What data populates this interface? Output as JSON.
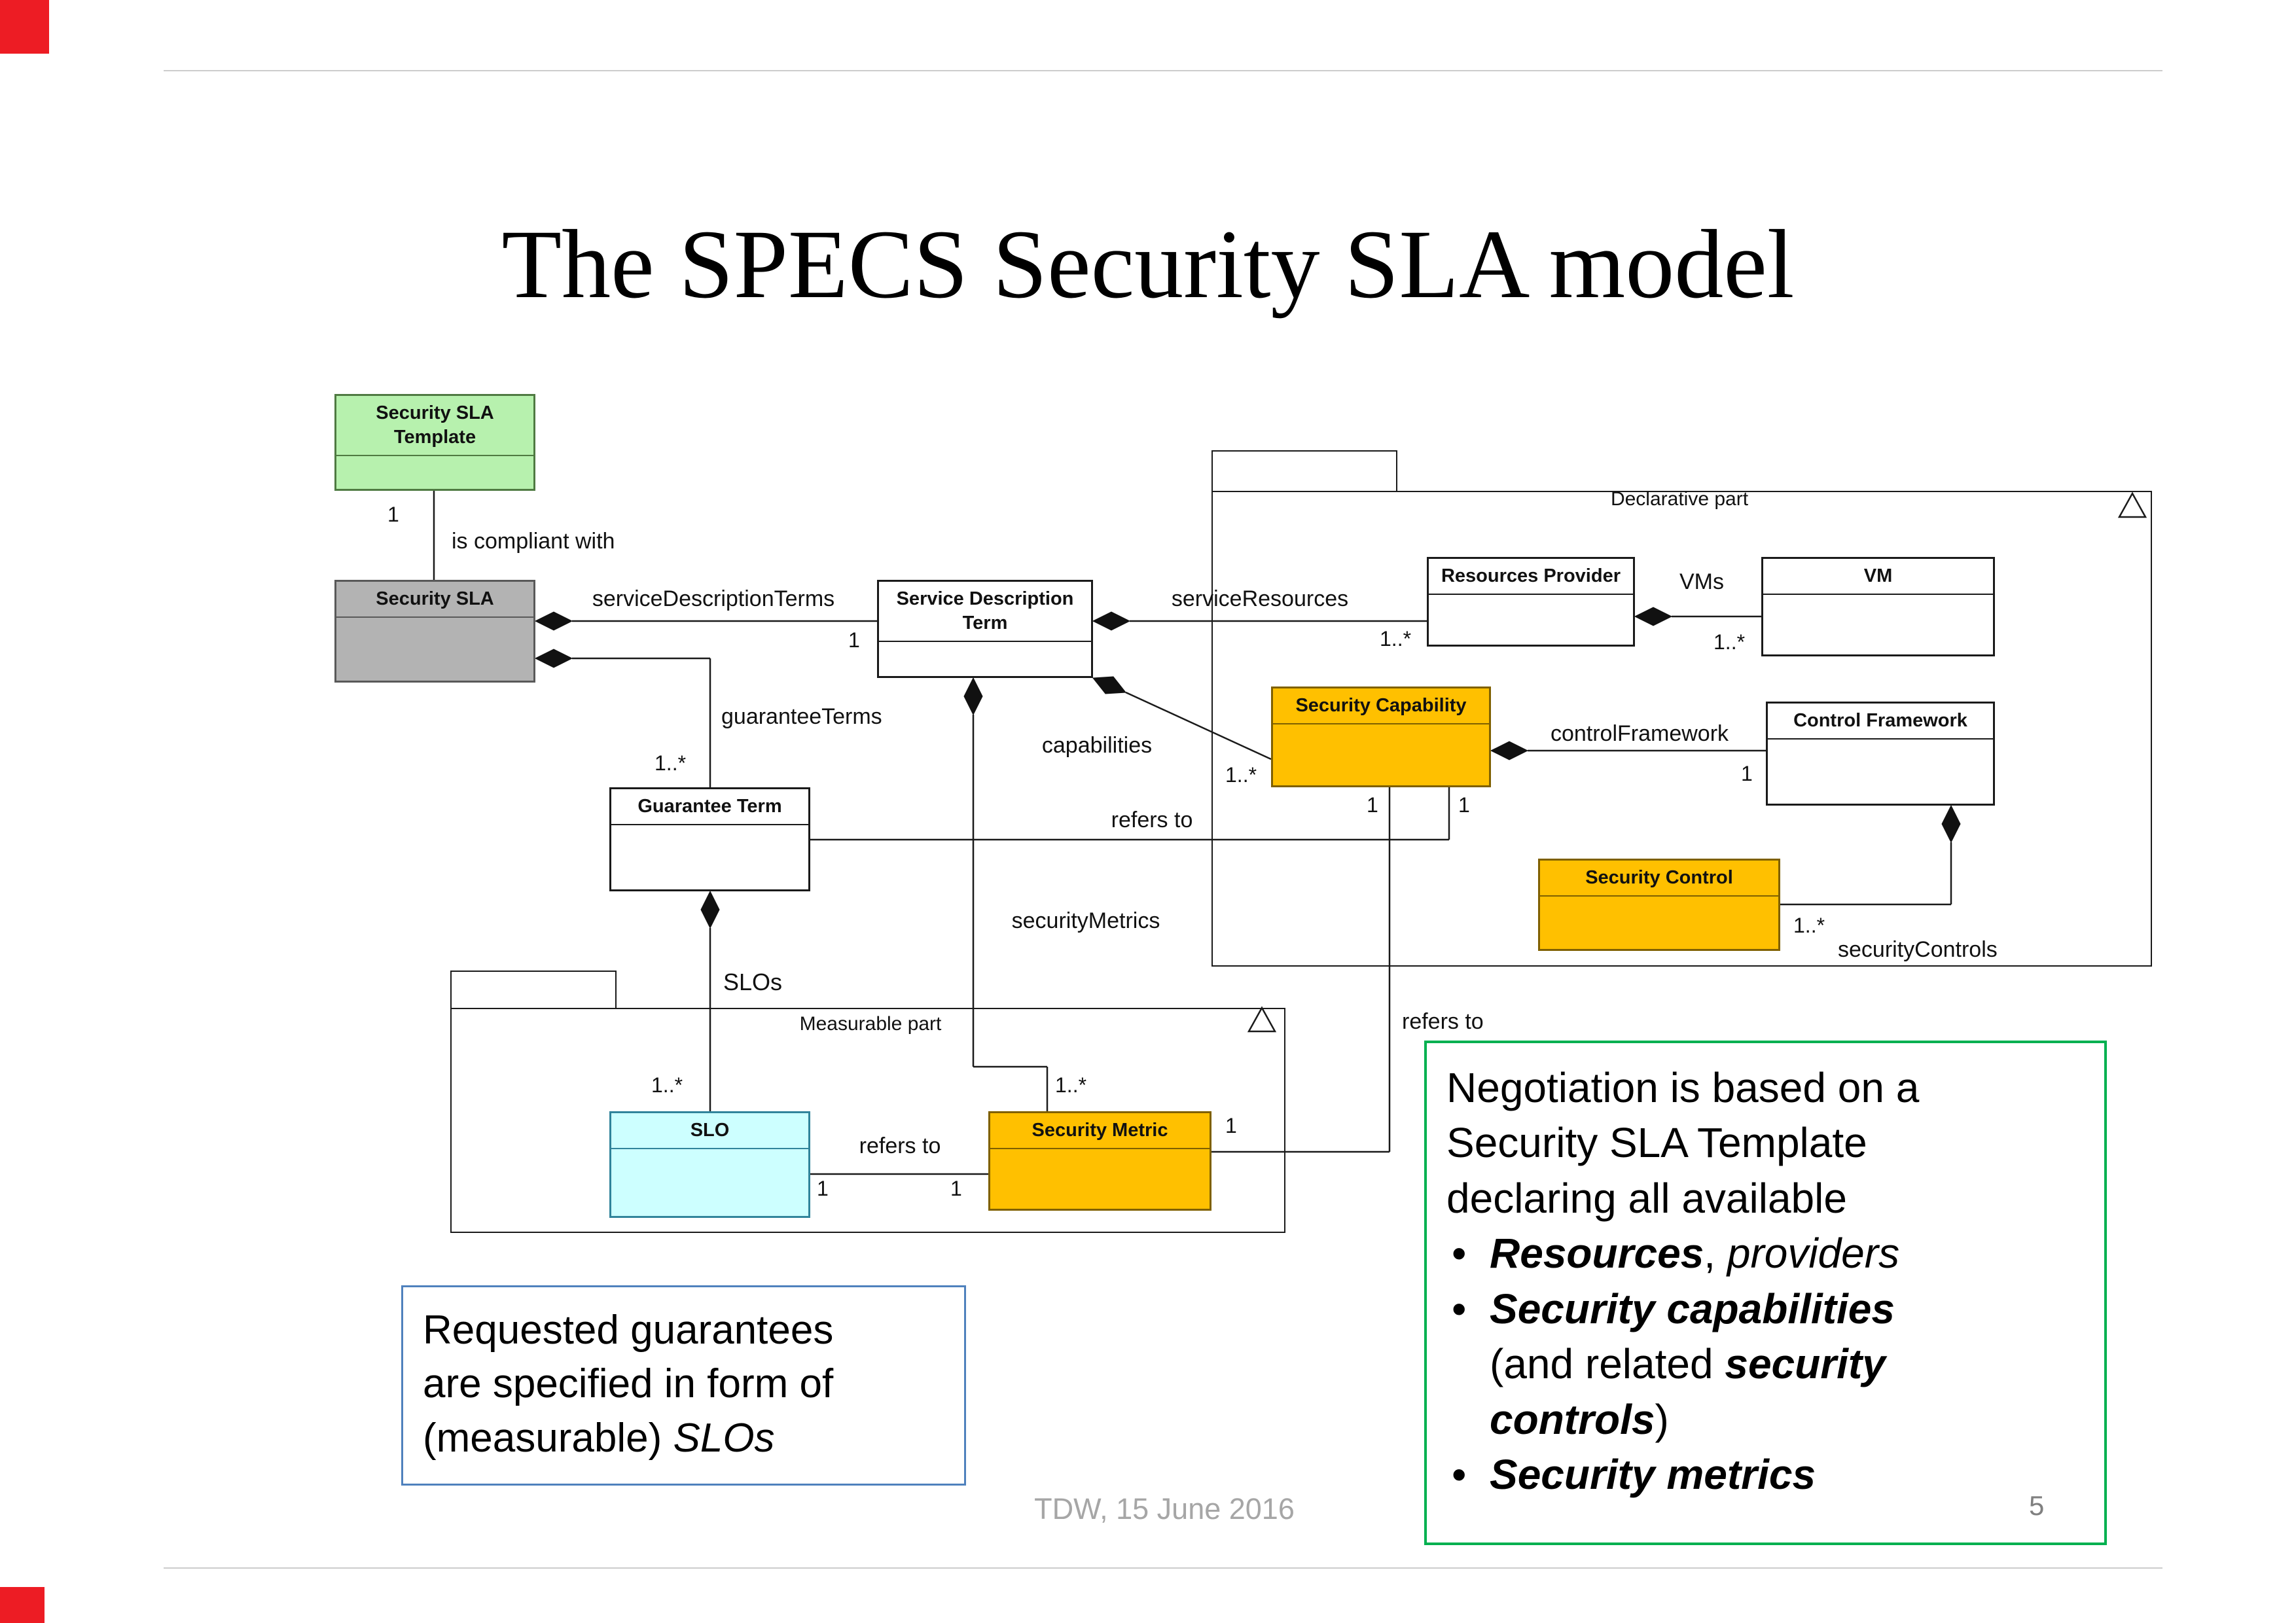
{
  "slide": {
    "title": "The SPECS Security SLA model",
    "footer": "TDW, 15 June 2016",
    "page_number": "5"
  },
  "classes": {
    "template": "Security SLA Template",
    "sla": "Security SLA",
    "sdt": "Service Description Term",
    "rp": "Resources Provider",
    "vm": "VM",
    "cap": "Security Capability",
    "cfw": "Control Framework",
    "sctrl": "Security Control",
    "gt": "Guarantee Term",
    "slo": "SLO",
    "sm": "Security Metric"
  },
  "packages": {
    "declarative": "Declarative part",
    "measurable": "Measurable part"
  },
  "edges": {
    "compliant_mult": "1",
    "is_compliant_with": "is compliant with",
    "service_description_terms": "serviceDescriptionTerms",
    "sdt_mult": "1",
    "guarantee_terms": "guaranteeTerms",
    "gt_mult": "1..*",
    "service_resources": "serviceResources",
    "rp_mult": "1..*",
    "vms": "VMs",
    "vm_mult": "1..*",
    "capabilities": "capabilities",
    "cap_mult": "1..*",
    "control_framework": "controlFramework",
    "cfw_mult": "1",
    "refers_to_gt": "refers to",
    "cap_bottom_mult_left": "1",
    "cap_bottom_mult_right": "1",
    "security_metrics": "securityMetrics",
    "refers_to_cap": "refers to",
    "slos": "SLOs",
    "slo_mult": "1..*",
    "sm_top_mult": "1..*",
    "refers_to_slo": "refers to",
    "slo_end_mult": "1",
    "sm_end_mult": "1",
    "sm_right_mult": "1",
    "sctrl_mult": "1..*",
    "security_controls": "securityControls"
  },
  "notes": {
    "blue": {
      "text": "Requested guarantees are specified in form of (measurable) ",
      "italic": "SLOs"
    },
    "green": {
      "bullet": "•",
      "intro": "Negotiation is based on a Security SLA Template declaring all available",
      "b1_bold": "Resources",
      "b1_sep": ", ",
      "b1_italic": "providers",
      "b2_bold": "Security capabilities",
      "b2_mid": " (and related ",
      "b2_bold2": "security controls",
      "b2_end": ")",
      "b3_bold": "Security metrics"
    }
  }
}
